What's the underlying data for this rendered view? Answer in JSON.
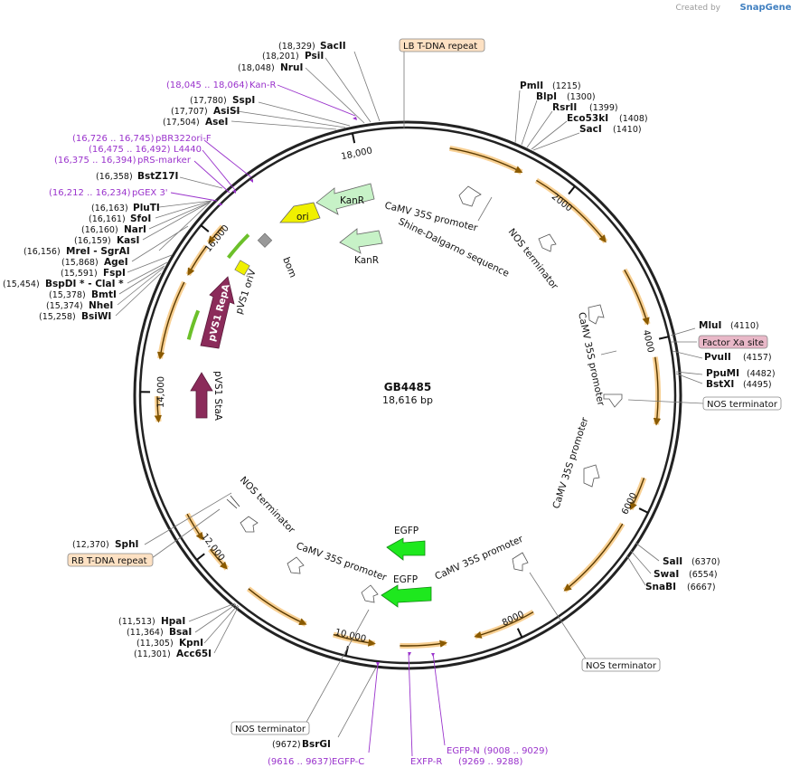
{
  "brand": {
    "created_by": "Created by",
    "product": "SnapGene"
  },
  "plasmid": {
    "name": "GB4485",
    "length_text": "18,616 bp"
  },
  "ticks": [
    "2000",
    "4000",
    "6000",
    "8000",
    "10,000",
    "12,000",
    "14,000",
    "16,000",
    "18,000"
  ],
  "enzymes_right": [
    {
      "name": "PmlI",
      "pos": "(1215)"
    },
    {
      "name": "BlpI",
      "pos": "(1300)"
    },
    {
      "name": "RsrII",
      "pos": "(1399)"
    },
    {
      "name": "Eco53kI",
      "pos": "(1408)"
    },
    {
      "name": "SacI",
      "pos": "(1410)"
    },
    {
      "name": "MluI",
      "pos": "(4110)"
    },
    {
      "name": "PvuII",
      "pos": "(4157)"
    },
    {
      "name": "PpuMI",
      "pos": "(4482)"
    },
    {
      "name": "BstXI",
      "pos": "(4495)"
    },
    {
      "name": "SalI",
      "pos": "(6370)"
    },
    {
      "name": "SwaI",
      "pos": "(6554)"
    },
    {
      "name": "SnaBI",
      "pos": "(6667)"
    }
  ],
  "enzymes_top": [
    {
      "name": "SacII",
      "pos": "(18,329)"
    },
    {
      "name": "PsiI",
      "pos": "(18,201)"
    },
    {
      "name": "NruI",
      "pos": "(18,048)"
    },
    {
      "name": "SspI",
      "pos": "(17,780)"
    },
    {
      "name": "AsiSI",
      "pos": "(17,707)"
    },
    {
      "name": "AseI",
      "pos": "(17,504)"
    },
    {
      "name": "BstZ17I",
      "pos": "(16,358)"
    }
  ],
  "enzymes_left": [
    {
      "name": "PluTI",
      "pos": "(16,163)"
    },
    {
      "name": "SfoI",
      "pos": "(16,161)"
    },
    {
      "name": "NarI",
      "pos": "(16,160)"
    },
    {
      "name": "KasI",
      "pos": "(16,159)"
    },
    {
      "name": "MreI  - SgrAI",
      "pos": "(16,156)"
    },
    {
      "name": "AgeI",
      "pos": "(15,868)"
    },
    {
      "name": "FspI",
      "pos": "(15,591)"
    },
    {
      "name": "BspDI *  - ClaI *",
      "pos": "(15,454)"
    },
    {
      "name": "BmtI",
      "pos": "(15,378)"
    },
    {
      "name": "NheI",
      "pos": "(15,374)"
    },
    {
      "name": "BsiWI",
      "pos": "(15,258)"
    }
  ],
  "enzymes_bottom": [
    {
      "name": "SphI",
      "pos": "(12,370)"
    },
    {
      "name": "HpaI",
      "pos": "(11,513)"
    },
    {
      "name": "BsaI",
      "pos": "(11,364)"
    },
    {
      "name": "KpnI",
      "pos": "(11,305)"
    },
    {
      "name": "Acc65I",
      "pos": "(11,301)"
    },
    {
      "name": "BsrGI",
      "pos": "(9672)"
    }
  ],
  "primers": [
    {
      "name": "Kan-R",
      "range": "(18,045 .. 18,064)"
    },
    {
      "name": "pBR322ori-F",
      "range": "(16,726 .. 16,745)"
    },
    {
      "name": "L4440",
      "range": "(16,475 .. 16,492)"
    },
    {
      "name": "pRS-marker",
      "range": "(16,375 .. 16,394)"
    },
    {
      "name": "pGEX 3'",
      "range": "(16,212 .. 16,234)"
    },
    {
      "name": "EGFP-N",
      "range": "(9008 .. 9029)"
    },
    {
      "name": "EGFP-C",
      "range": "(9616 .. 9637)"
    },
    {
      "name": "EXFP-R",
      "range": "(9269 .. 9288)"
    }
  ],
  "boxed_features": {
    "lb_repeat": "LB T-DNA repeat",
    "rb_repeat": "RB T-DNA repeat",
    "factor_xa": "Factor Xa site",
    "nos_right": "NOS terminator",
    "nos_bottom_right": "NOS terminator",
    "nos_bottom": "NOS terminator"
  },
  "inner_features": {
    "camv_top": "CaMV 35S promoter",
    "shine": "Shine-Dalgarno sequence",
    "nos_top_right": "NOS terminator",
    "camv_right": "CaMV 35S promoter",
    "camv_lower_right": "CaMV 35S promoter",
    "camv_bottom_right": "CaMV 35S promoter",
    "camv_bottom_left": "CaMV 35S promoter",
    "nos_bottom_left": "NOS terminator",
    "egfp_top": "EGFP",
    "egfp_bottom": "EGFP",
    "kanr_1": "KanR",
    "kanr_2": "KanR",
    "ori": "ori",
    "bom": "bom",
    "pvs1_oriv": "pVS1 oriV",
    "pvs1_repa": "pVS1 RepA",
    "pvs1_staa": "pVS1 StaA"
  },
  "colors": {
    "orf": "#f2a93b",
    "egfp": "#1ee81e",
    "kanr": "#c7f2c7",
    "ori": "#f0f000",
    "repa": "#8b2b5a",
    "bom": "#999999",
    "primer": "#9a33cc",
    "lb_box": "#fde1c3",
    "xa_box": "#e9b8c8"
  }
}
